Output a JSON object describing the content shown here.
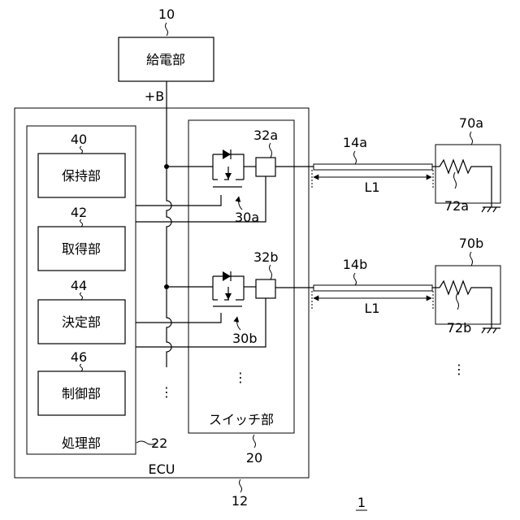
{
  "figure_number": "1",
  "power_supply": {
    "ref": "10",
    "label": "給電部",
    "terminal": "+B"
  },
  "ecu": {
    "ref": "12",
    "label": "ECU"
  },
  "processing_unit": {
    "ref": "22",
    "label": "処理部",
    "blocks": [
      {
        "ref": "40",
        "label": "保持部"
      },
      {
        "ref": "42",
        "label": "取得部"
      },
      {
        "ref": "44",
        "label": "決定部"
      },
      {
        "ref": "46",
        "label": "制御部"
      }
    ]
  },
  "switch_unit": {
    "ref": "20",
    "label": "スイッチ部",
    "channels": [
      {
        "fet_ref": "30a",
        "sensor_ref": "32a",
        "wire_ref": "14a",
        "length": "L1",
        "load_ref": "70a",
        "resistor_ref": "72a"
      },
      {
        "fet_ref": "30b",
        "sensor_ref": "32b",
        "wire_ref": "14b",
        "length": "L1",
        "load_ref": "70b",
        "resistor_ref": "72b"
      }
    ]
  },
  "ellipsis": "⋮"
}
